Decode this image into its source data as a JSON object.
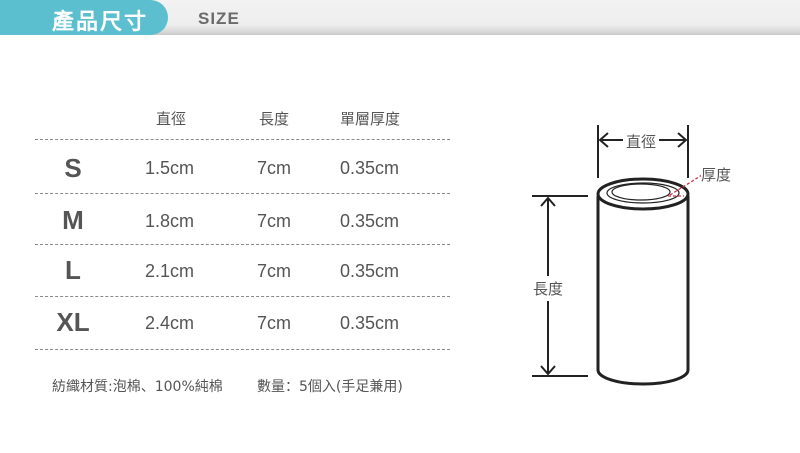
{
  "header": {
    "title": "產品尺寸",
    "subtitle": "SIZE",
    "accent_color": "#5cbfd0"
  },
  "table": {
    "columns": [
      "直徑",
      "長度",
      "單層厚度"
    ],
    "rows": [
      {
        "size": "S",
        "diameter": "1.5cm",
        "length": "7cm",
        "thickness": "0.35cm"
      },
      {
        "size": "M",
        "diameter": "1.8cm",
        "length": "7cm",
        "thickness": "0.35cm"
      },
      {
        "size": "L",
        "diameter": "2.1cm",
        "length": "7cm",
        "thickness": "0.35cm"
      },
      {
        "size": "XL",
        "diameter": "2.4cm",
        "length": "7cm",
        "thickness": "0.35cm"
      }
    ]
  },
  "footer": {
    "material": "紡織材質:泡棉、100%純棉",
    "quantity": "數量：5個入(手足兼用)"
  },
  "diagram": {
    "diameter_label": "直徑",
    "thickness_label": "厚度",
    "length_label": "長度",
    "thickness_marker_color": "#d0304a"
  }
}
